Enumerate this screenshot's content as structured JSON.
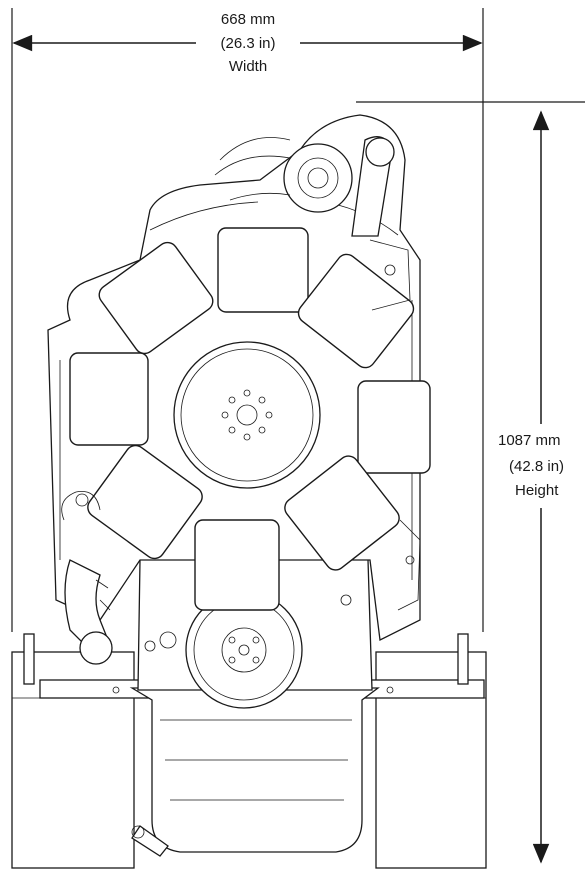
{
  "width_dimension": {
    "metric": "668 mm",
    "imperial": "(26.3 in)",
    "label": "Width"
  },
  "height_dimension": {
    "metric": "1087 mm",
    "imperial": "(42.8 in)",
    "label": "Height"
  }
}
